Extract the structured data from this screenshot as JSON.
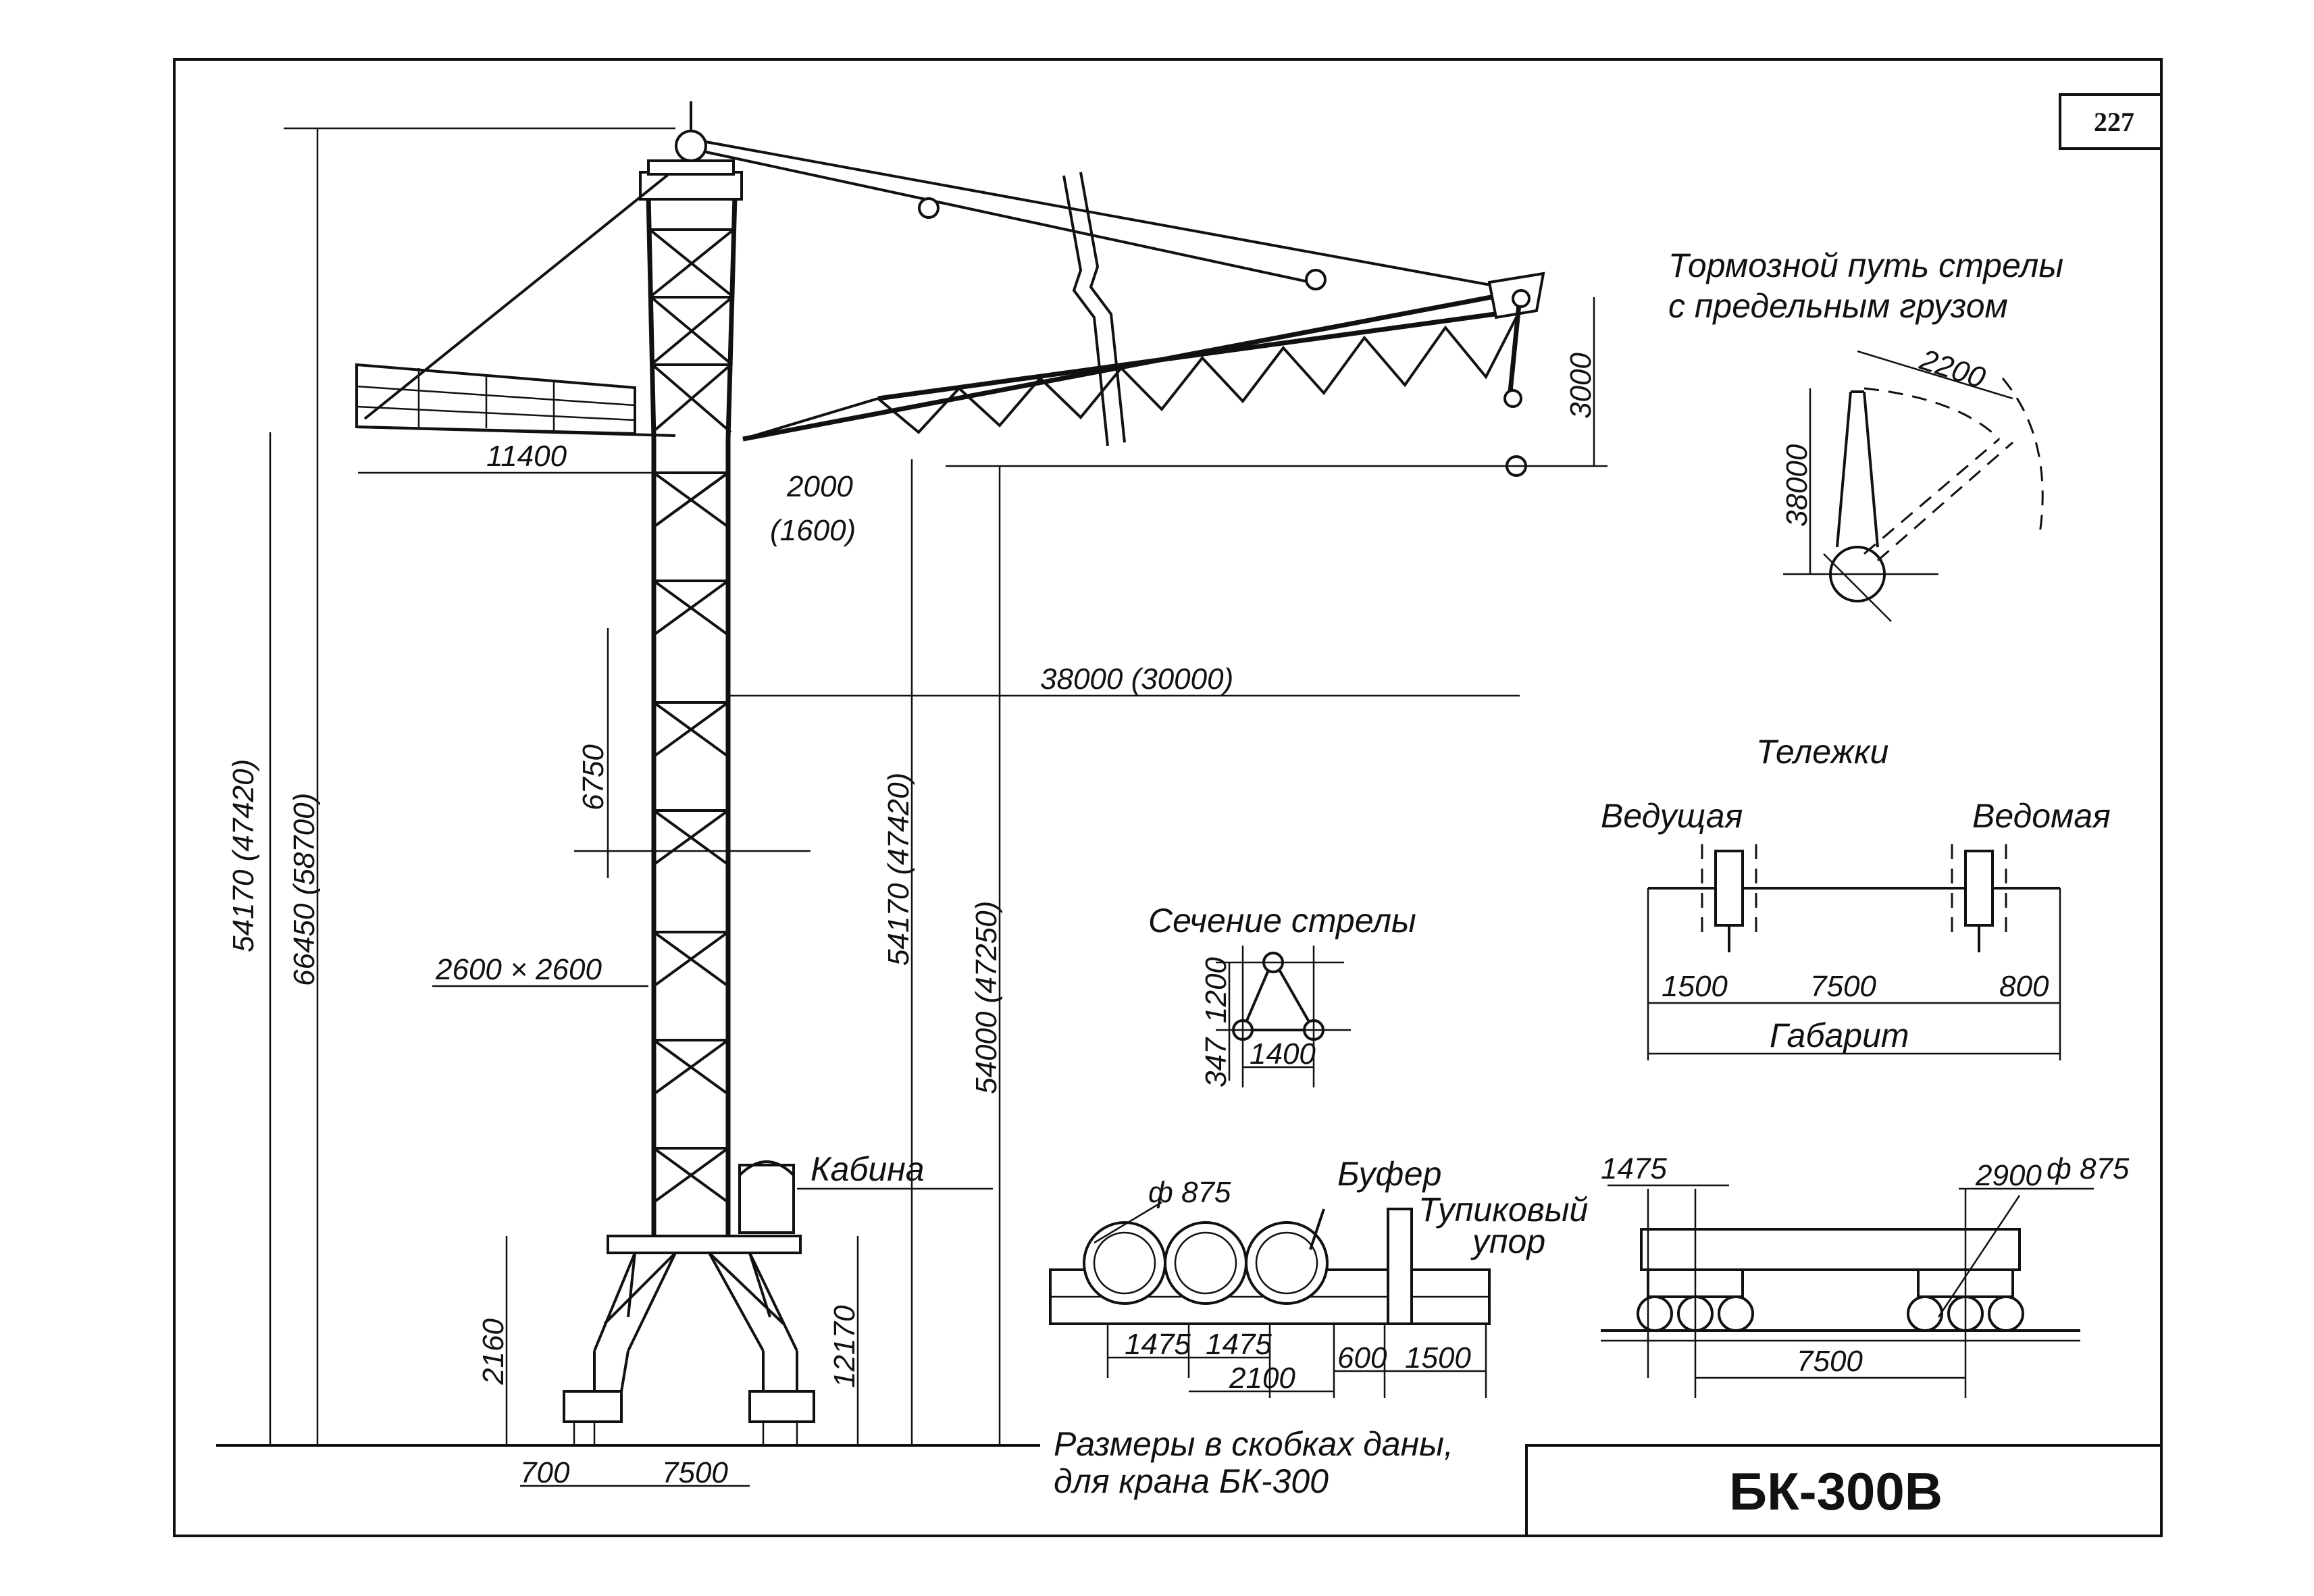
{
  "page_number": "227",
  "title_block": "БК-300В",
  "note_line1": "Размеры в скобках даны,",
  "note_line2": "для крана БК-300",
  "crane": {
    "counter_jib_length": "11400",
    "total_height": "66450 (58700)",
    "tower_height_left": "54170 (47420)",
    "tower_height_right": "54170 (47420)",
    "hook_height": "54000 (47250)",
    "jib_offset": "2000",
    "jib_offset_alt": "(1600)",
    "reach": "38000 (30000)",
    "hook_drop": "3000",
    "section_pitch": "6750",
    "tower_section": "2600 × 2600",
    "cabin_label": "Кабина",
    "portal_height": "2160",
    "base_height": "12170",
    "track_offset": "700",
    "track_gauge": "7500"
  },
  "brake_detail": {
    "title_line1": "Тормозной путь стрелы",
    "title_line2": "с предельным грузом",
    "arc": "2200",
    "radius": "38000"
  },
  "jib_section": {
    "title": "Сечение стрелы",
    "height": "1200",
    "offset": "347",
    "width": "1400"
  },
  "bogies": {
    "title": "Тележки",
    "driving": "Ведущая",
    "driven": "Ведомая",
    "left": "1500",
    "middle": "7500",
    "right": "800",
    "clearance": "Габарит"
  },
  "buffer_detail": {
    "wheel_dia": "ф 875",
    "buffer": "Буфер",
    "stop_line1": "Тупиковый",
    "stop_line2": "упор",
    "spacing1": "1475",
    "spacing2": "1475",
    "span": "2100",
    "gap": "600",
    "stop_len": "1500"
  },
  "undercarriage": {
    "spacing": "1475",
    "offset": "2900",
    "wheel_dia": "ф 875",
    "base": "7500"
  }
}
